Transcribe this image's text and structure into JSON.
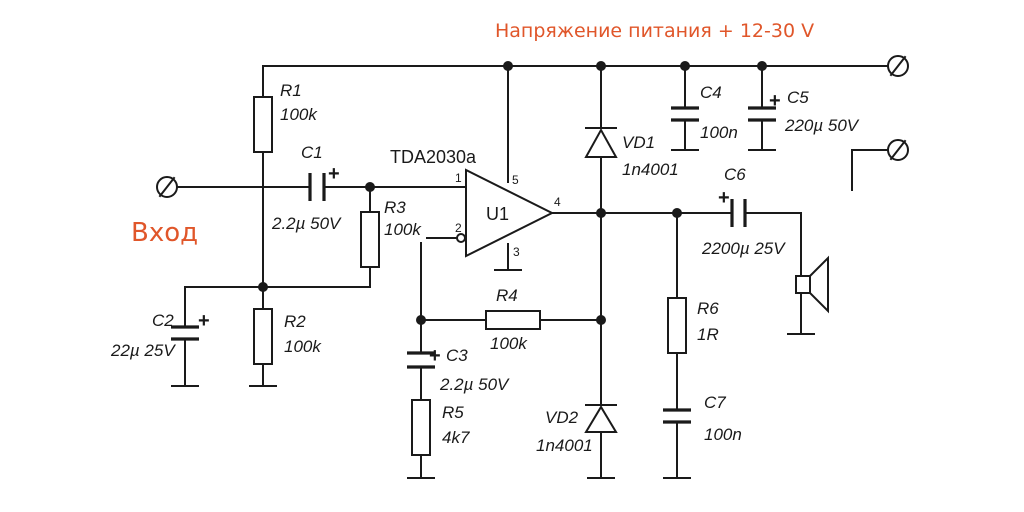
{
  "texts": {
    "supply": "Напряжение питания + 12-30 V",
    "input": "Вход",
    "ic": "TDA2030a",
    "u1": "U1",
    "pin1": "1",
    "pin2": "2",
    "pin3": "3",
    "pin4": "4",
    "pin5": "5"
  },
  "components": {
    "r1": {
      "ref": "R1",
      "value": "100k"
    },
    "r2": {
      "ref": "R2",
      "value": "100k"
    },
    "r3": {
      "ref": "R3",
      "value": "100k"
    },
    "r4": {
      "ref": "R4",
      "value": "100k"
    },
    "r5": {
      "ref": "R5",
      "value": "4k7"
    },
    "r6": {
      "ref": "R6",
      "value": "1R"
    },
    "c1": {
      "ref": "C1",
      "value": "2.2µ 50V"
    },
    "c2": {
      "ref": "C2",
      "value": "22µ 25V"
    },
    "c3": {
      "ref": "C3",
      "value": "2.2µ 50V"
    },
    "c4": {
      "ref": "C4",
      "value": "100n"
    },
    "c5": {
      "ref": "C5",
      "value": "220µ 50V"
    },
    "c6": {
      "ref": "C6",
      "value": "2200µ 25V"
    },
    "c7": {
      "ref": "C7",
      "value": "100n"
    },
    "vd1": {
      "ref": "VD1",
      "value": "1n4001"
    },
    "vd2": {
      "ref": "VD2",
      "value": "1n4001"
    }
  },
  "colors": {
    "accent": "#e0562a",
    "ink": "#1a1a1a"
  }
}
